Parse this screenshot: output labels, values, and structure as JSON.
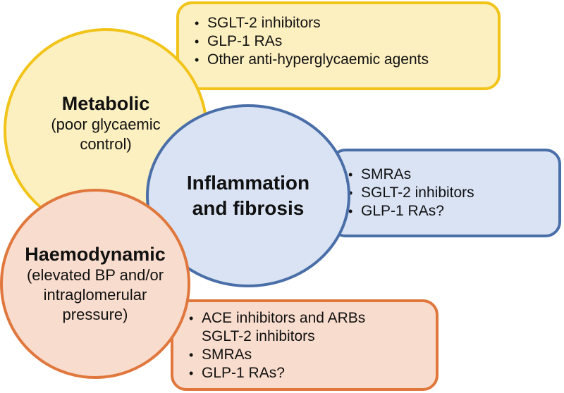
{
  "colors": {
    "metabolic_fill": "#fcefc0",
    "metabolic_border": "#f2c419",
    "inflammation_fill": "#d9e3f4",
    "inflammation_border": "#4a6fa8",
    "haemodynamic_fill": "#f8dccd",
    "haemodynamic_border": "#e0773d"
  },
  "metabolic": {
    "title": "Metabolic",
    "subtitle_line1": "(poor glycaemic",
    "subtitle_line2": "control)",
    "items": [
      "SGLT-2 inhibitors",
      "GLP-1 RAs",
      "Other anti-hyperglycaemic agents"
    ]
  },
  "inflammation": {
    "title_line1": "Inflammation",
    "title_line2": "and fibrosis",
    "items": [
      "SMRAs",
      "SGLT-2 inhibitors",
      "GLP-1 RAs?"
    ]
  },
  "haemodynamic": {
    "title": "Haemodynamic",
    "subtitle_line1": "(elevated BP and/or",
    "subtitle_line2": "intraglomerular",
    "subtitle_line3": "pressure)",
    "items": [
      "ACE inhibitors and ARBs",
      "SGLT-2 inhibitors",
      "SMRAs",
      "GLP-1 RAs?"
    ]
  }
}
